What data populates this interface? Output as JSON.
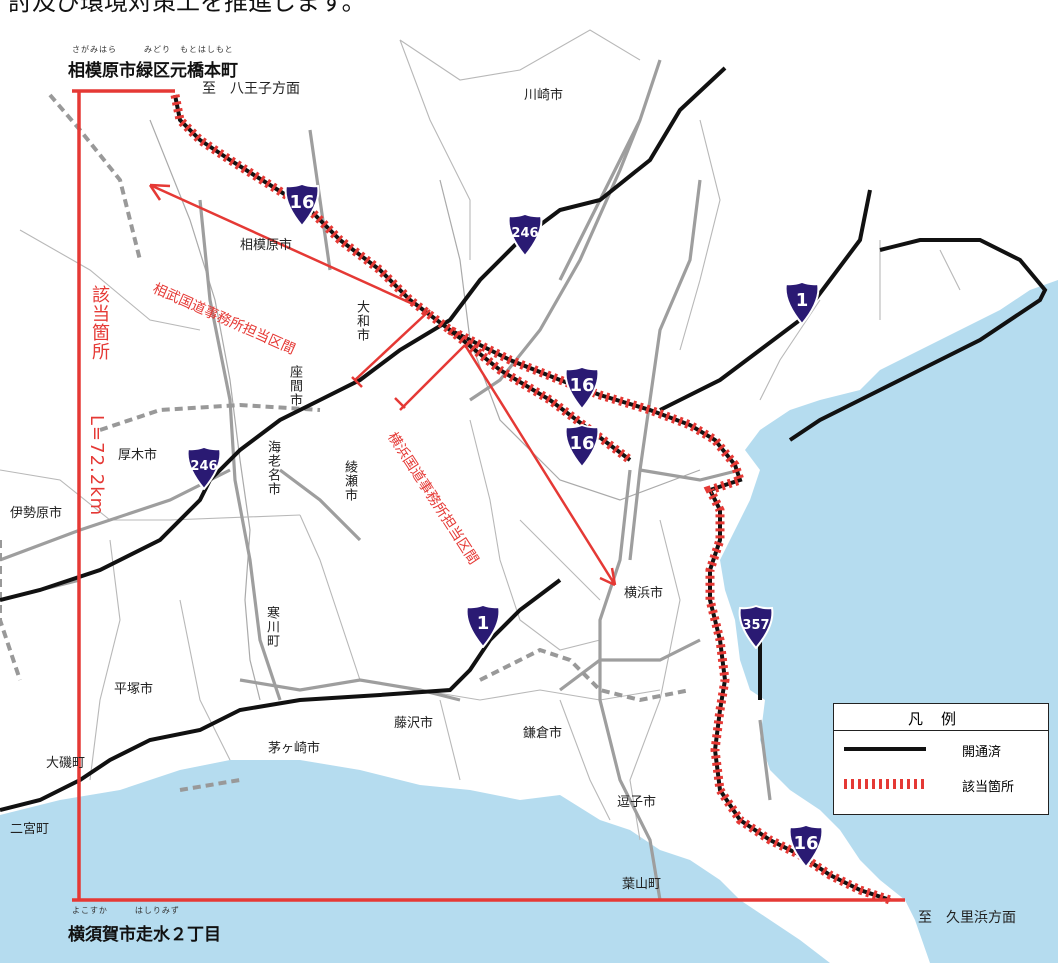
{
  "heading": "討及び環境対策工を推進します。",
  "endpoints": {
    "north": {
      "ruby": "さがみはら　　　みどり　もとはしもと",
      "name": "相模原市緑区元橋本町"
    },
    "south": {
      "ruby": "よこすか　　　はしりみず",
      "name": "横須賀市走水２丁目"
    }
  },
  "directions": {
    "north": "至　八王子方面",
    "south": "至　久里浜方面"
  },
  "cities": {
    "kawasaki": "川崎市",
    "sagamihara": "相模原市",
    "yamato": "大和市",
    "zama": "座間市",
    "atsugi": "厚木市",
    "ebina": "海老名市",
    "ayase": "綾瀬市",
    "isehara": "伊勢原市",
    "samukawa": "寒川町",
    "yokohama": "横浜市",
    "hiratsuka": "平塚市",
    "fujisawa": "藤沢市",
    "kamakura": "鎌倉市",
    "chigasaki": "茅ヶ崎市",
    "oiso": "大磯町",
    "ninomiya": "二宮町",
    "zushi": "逗子市",
    "hayama": "葉山町"
  },
  "sections": {
    "sobu": "相武国道事務所担当区間",
    "yokohama": "横浜国道事務所担当区間",
    "applicable": "該当箇所",
    "length": "L=72.2km"
  },
  "routes": {
    "r16a": "16",
    "r246a": "246",
    "r1a": "1",
    "r16b": "16",
    "r16c": "16",
    "r246b": "246",
    "r1b": "1",
    "r357": "357",
    "r16d": "16"
  },
  "legend": {
    "title": "凡例",
    "open": "開通済",
    "applicable": "該当箇所"
  },
  "colors": {
    "sea": "#b5dcef",
    "land": "#ffffff",
    "accent_red": "#e53935",
    "route_shield": "#2a1a73",
    "open_road": "#111111",
    "other_road": "#9e9e9e"
  }
}
